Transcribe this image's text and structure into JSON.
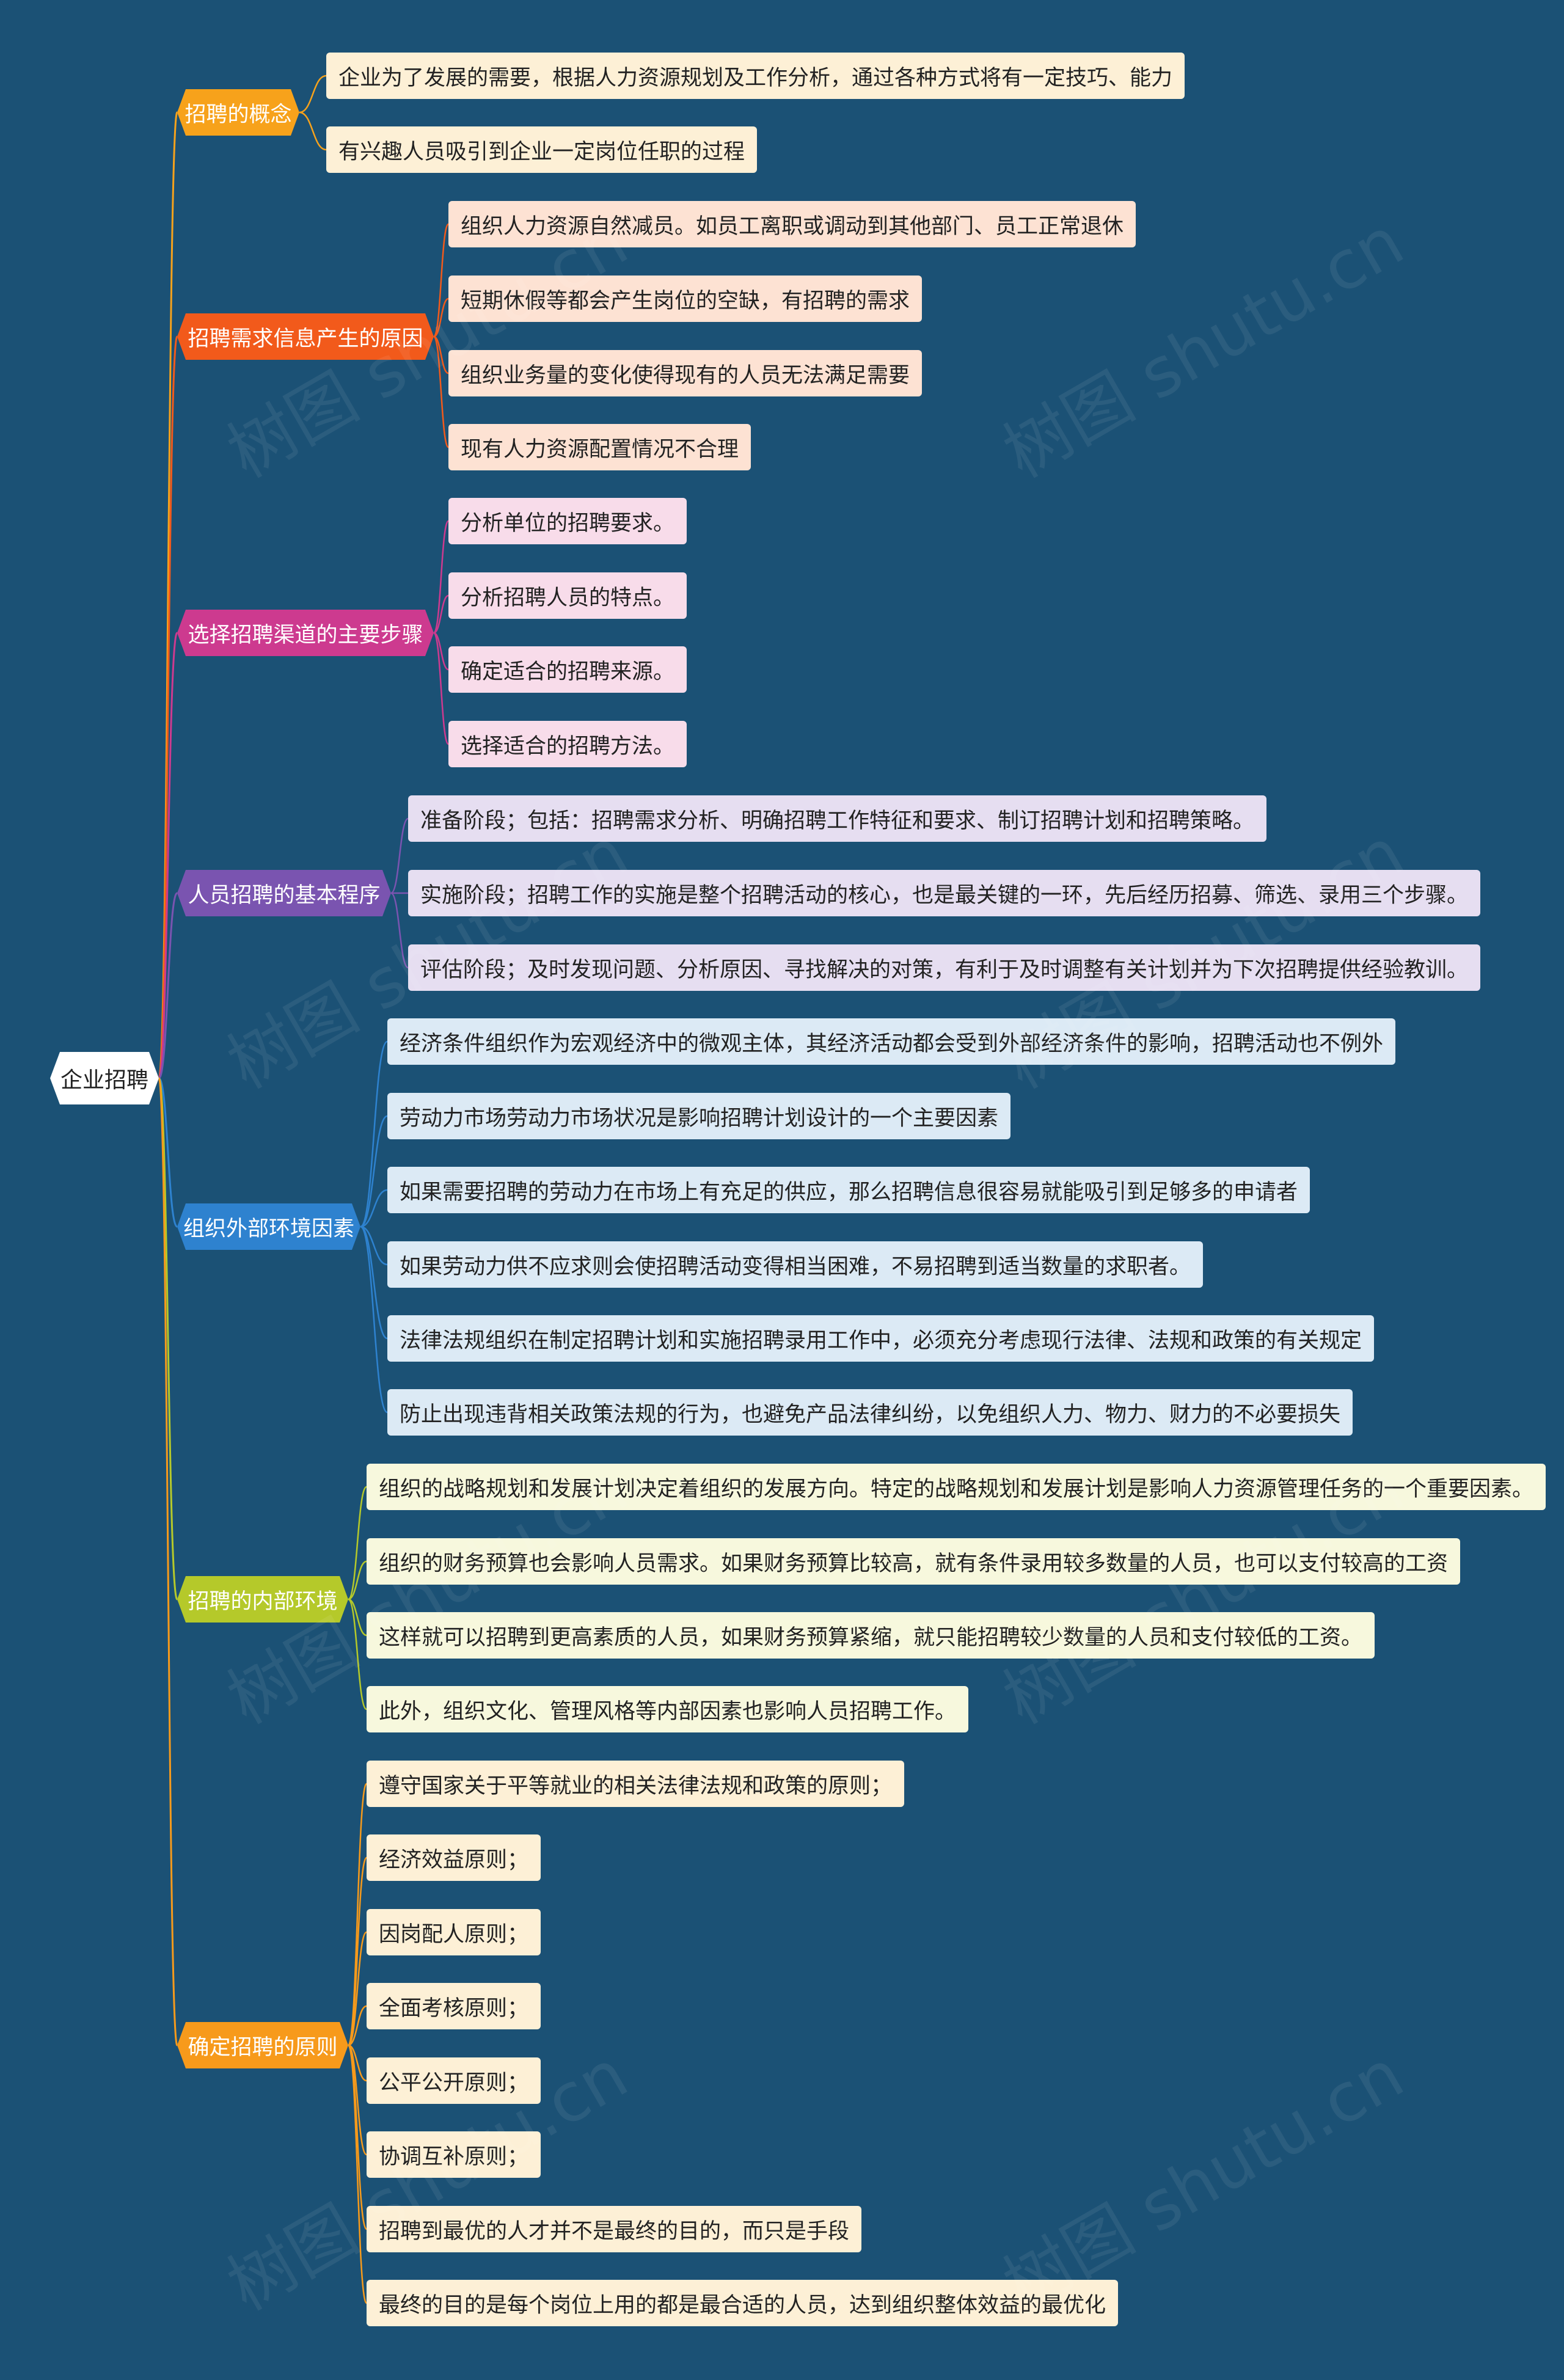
{
  "root": {
    "label": "企业招聘"
  },
  "branches": [
    {
      "label": "招聘的概念",
      "color": "#f7a21b",
      "leaf_bg": "#fdf0d6",
      "leaves": [
        "企业为了发展的需要，根据人力资源规划及工作分析，通过各种方式将有一定技巧、能力",
        "有兴趣人员吸引到企业一定岗位任职的过程"
      ]
    },
    {
      "label": "招聘需求信息产生的原因",
      "color": "#f25a1b",
      "leaf_bg": "#fde2d3",
      "leaves": [
        "组织人力资源自然减员。如员工离职或调动到其他部门、员工正常退休",
        "短期休假等都会产生岗位的空缺，有招聘的需求",
        "组织业务量的变化使得现有的人员无法满足需要",
        "现有人力资源配置情况不合理"
      ]
    },
    {
      "label": "选择招聘渠道的主要步骤",
      "color": "#cd3a8f",
      "leaf_bg": "#f8dcea",
      "leaves": [
        "分析单位的招聘要求。",
        "分析招聘人员的特点。",
        "确定适合的招聘来源。",
        "选择适合的招聘方法。"
      ]
    },
    {
      "label": "人员招聘的基本程序",
      "color": "#7a54b0",
      "leaf_bg": "#e6def1",
      "leaves": [
        "准备阶段；包括：招聘需求分析、明确招聘工作特征和要求、制订招聘计划和招聘策略。",
        "实施阶段；招聘工作的实施是整个招聘活动的核心，也是最关键的一环，先后经历招募、筛选、录用三个步骤。",
        "评估阶段；及时发现问题、分析原因、寻找解决的对策，有利于及时调整有关计划并为下次招聘提供经验教训。"
      ]
    },
    {
      "label": "组织外部环境因素",
      "color": "#2e82cf",
      "leaf_bg": "#dceaf5",
      "leaves": [
        "经济条件组织作为宏观经济中的微观主体，其经济活动都会受到外部经济条件的影响，招聘活动也不例外",
        "劳动力市场劳动力市场状况是影响招聘计划设计的一个主要因素",
        "如果需要招聘的劳动力在市场上有充足的供应，那么招聘信息很容易就能吸引到足够多的申请者",
        "如果劳动力供不应求则会使招聘活动变得相当困难，不易招聘到适当数量的求职者。",
        "法律法规组织在制定招聘计划和实施招聘录用工作中，必须充分考虑现行法律、法规和政策的有关规定",
        "防止出现违背相关政策法规的行为，也避免产品法律纠纷，以免组织人力、物力、财力的不必要损失"
      ]
    },
    {
      "label": "招聘的内部环境",
      "color": "#b5c92a",
      "leaf_bg": "#f7f8dd",
      "leaves": [
        "组织的战略规划和发展计划决定着组织的发展方向。特定的战略规划和发展计划是影响人力资源管理任务的一个重要因素。",
        "组织的财务预算也会影响人员需求。如果财务预算比较高，就有条件录用较多数量的人员，也可以支付较高的工资",
        "这样就可以招聘到更高素质的人员，如果财务预算紧缩，就只能招聘较少数量的人员和支付较低的工资。",
        "此外，组织文化、管理风格等内部因素也影响人员招聘工作。"
      ]
    },
    {
      "label": "确定招聘的原则",
      "color": "#f79a1b",
      "leaf_bg": "#fdf0d6",
      "leaves": [
        "遵守国家关于平等就业的相关法律法规和政策的原则；",
        "经济效益原则；",
        "因岗配人原则；",
        "全面考核原则；",
        "公平公开原则；",
        "协调互补原则；",
        "招聘到最优的人才并不是最终的目的，而只是手段",
        "最终的目的是每个岗位上用的都是最合适的人员，达到组织整体效益的最优化"
      ]
    }
  ],
  "watermark": "树图 shutu.cn"
}
